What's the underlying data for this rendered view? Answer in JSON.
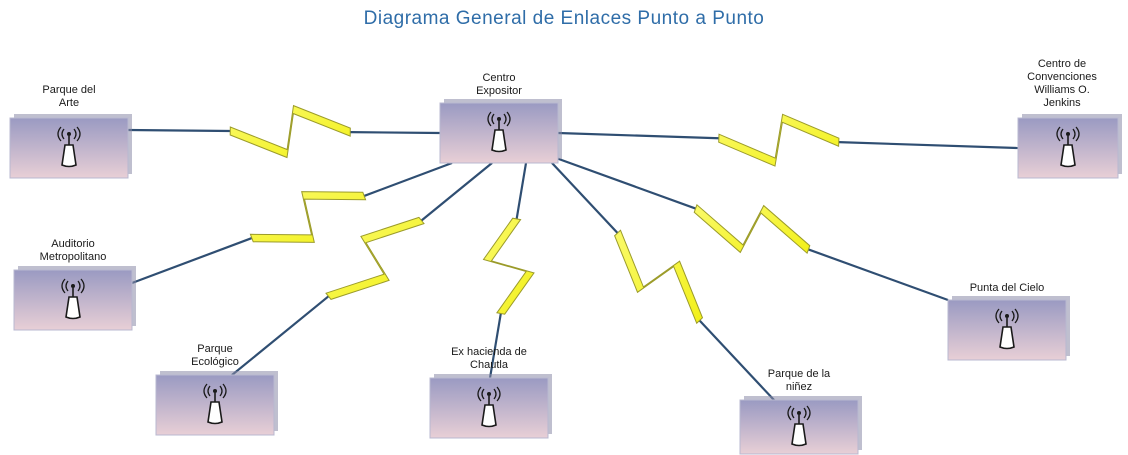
{
  "title": "Diagrama General de Enlaces Punto a Punto",
  "colors": {
    "title": "#2f6da8",
    "box_top": "#9a9ac2",
    "box_bottom": "#e8cfd6",
    "box_shadow": "#8a8aa8",
    "line": "#2f4e72",
    "bolt_fill": "#f2f018",
    "bolt_stroke": "#9b9b2a"
  },
  "nodes": [
    {
      "id": "centro-expositor",
      "label": "Centro\nExpositor",
      "icon": "wireless-antenna-icon"
    },
    {
      "id": "parque-del-arte",
      "label": "Parque del\nArte",
      "icon": "wireless-antenna-icon"
    },
    {
      "id": "centro-de-convenciones",
      "label": "Centro de\nConvenciones\nWilliams O.\nJenkins",
      "icon": "wireless-antenna-icon"
    },
    {
      "id": "auditorio-metropolitano",
      "label": "Auditorio\nMetropolitano",
      "icon": "wireless-antenna-icon"
    },
    {
      "id": "parque-ecologico",
      "label": "Parque\nEcológico",
      "icon": "wireless-antenna-icon"
    },
    {
      "id": "ex-hacienda-de-chautla",
      "label": "Ex hacienda de\nChautla",
      "icon": "wireless-antenna-icon"
    },
    {
      "id": "parque-de-la-ninez",
      "label": "Parque de la\nniñez",
      "icon": "wireless-antenna-icon"
    },
    {
      "id": "punta-del-cielo",
      "label": "Punta del Cielo",
      "icon": "wireless-antenna-icon"
    }
  ],
  "links": [
    {
      "from": "centro-expositor",
      "to": "parque-del-arte",
      "type": "point-to-point-wireless"
    },
    {
      "from": "centro-expositor",
      "to": "centro-de-convenciones",
      "type": "point-to-point-wireless"
    },
    {
      "from": "centro-expositor",
      "to": "auditorio-metropolitano",
      "type": "point-to-point-wireless"
    },
    {
      "from": "centro-expositor",
      "to": "parque-ecologico",
      "type": "point-to-point-wireless"
    },
    {
      "from": "centro-expositor",
      "to": "ex-hacienda-de-chautla",
      "type": "point-to-point-wireless"
    },
    {
      "from": "centro-expositor",
      "to": "parque-de-la-ninez",
      "type": "point-to-point-wireless"
    },
    {
      "from": "centro-expositor",
      "to": "punta-del-cielo",
      "type": "point-to-point-wireless"
    }
  ]
}
